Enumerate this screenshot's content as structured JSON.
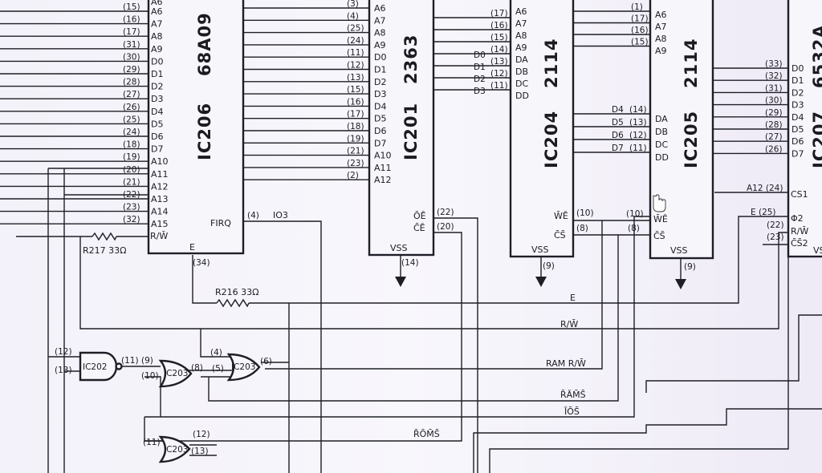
{
  "ic206": {
    "name": "IC206",
    "part": "68A09",
    "left_pins": [
      [
        "(15)",
        "A6"
      ],
      [
        "(16)",
        "A7"
      ],
      [
        "(17)",
        "A8"
      ],
      [
        "(31)",
        "A9"
      ],
      [
        "(30)",
        "D0"
      ],
      [
        "(29)",
        "D1"
      ],
      [
        "(28)",
        "D2"
      ],
      [
        "(27)",
        "D3"
      ],
      [
        "(26)",
        "D4"
      ],
      [
        "(25)",
        "D5"
      ],
      [
        "(24)",
        "D6"
      ],
      [
        "(18)",
        "D7"
      ],
      [
        "(19)",
        "A10"
      ],
      [
        "(20)",
        "A11"
      ],
      [
        "(21)",
        "A12"
      ],
      [
        "(22)",
        "A13"
      ],
      [
        "(23)",
        "A14"
      ],
      [
        "(32)",
        "A15"
      ]
    ],
    "rw_label": "R/W̄",
    "e_label": "E",
    "e_pin": "(34)",
    "firq_label": "FIRQ",
    "firq_pin": "(4)",
    "io3_label": "IO3",
    "top_pin": "A6"
  },
  "ic201": {
    "name": "IC201",
    "part": "2363",
    "pin_nums": [
      "(3)",
      "(4)",
      "(25)",
      "(24)",
      "(11)",
      "(12)",
      "(13)",
      "(15)",
      "(16)",
      "(17)",
      "(18)",
      "(19)",
      "(21)",
      "(23)",
      "(2)"
    ],
    "pin_names": [
      "A6",
      "A7",
      "A8",
      "A9",
      "D0",
      "D1",
      "D2",
      "D3",
      "D4",
      "D5",
      "D6",
      "D7",
      "A10",
      "A11",
      "A12"
    ],
    "oe": "ŌĒ",
    "ce": "C̄Ē",
    "oe_pin": "(22)",
    "ce_pin": "(20)",
    "vss": "VSS",
    "vss_pin": "(14)"
  },
  "ic204": {
    "name": "IC204",
    "part": "2114",
    "pin_names": [
      "A6",
      "A7",
      "A8",
      "A9",
      "DA",
      "DB",
      "DC",
      "DD"
    ],
    "pin_nums": [
      "(17)",
      "(16)",
      "(15)",
      "(14)",
      "(13)",
      "(12)",
      "(11)"
    ],
    "data_labels": [
      "D0",
      "D1",
      "D2",
      "D3"
    ],
    "we": "W̄Ē",
    "cs": "C̄S̄",
    "we_pin": "(10)",
    "cs_pin": "(8)",
    "vss": "VSS",
    "vss_pin": "(9)"
  },
  "ic205": {
    "name": "IC205",
    "part": "2114",
    "pin_names": [
      "A6",
      "A7",
      "A8",
      "A9",
      "DA",
      "DB",
      "DC",
      "DD"
    ],
    "pin_nums": [
      "(1)",
      "(17)",
      "(16)",
      "(15)"
    ],
    "data_labels": [
      "D4",
      "D5",
      "D6",
      "D7"
    ],
    "data_nums": [
      "(14)",
      "(13)",
      "(12)",
      "(11)"
    ],
    "we": "W̄Ē",
    "cs": "C̄S̄",
    "we_pin": "(10)",
    "cs_pin": "(8)",
    "vss": "VSS",
    "vss_pin": "(9)"
  },
  "ic207": {
    "name": "IC207",
    "part": "6532A",
    "pin_nums": [
      "(33)",
      "(32)",
      "(31)",
      "(30)",
      "(29)",
      "(28)",
      "(27)",
      "(26)"
    ],
    "pin_names": [
      "D0",
      "D1",
      "D2",
      "D3",
      "D4",
      "D5",
      "D6",
      "D7"
    ],
    "cs1": "CS1",
    "cs1_net": "A12 (24)",
    "phi2": "Φ2",
    "e_net": "E (25)",
    "rw": "R/W̄",
    "rw_pin": "(22)",
    "cs2": "C̄S̄2",
    "cs2_pin": "(23)",
    "vs": "VS"
  },
  "resistors": {
    "r217": "R217 33Ω",
    "r216": "R216 33Ω"
  },
  "nets": {
    "e": "E",
    "rw": "R/W̄",
    "ram_rw": "RAM R/W̄",
    "rams": "R̄ĀM̄S̄",
    "ios": "ĪŌS̄",
    "roms": "R̄ŌM̄S̄"
  },
  "gates": {
    "g1": "IC202",
    "g1_in1": "(12)",
    "g1_in2": "(13)",
    "g1_out": "(11)",
    "g2": "IC203",
    "g2_in1": "(9)",
    "g2_in2": "(10)",
    "g2_out": "(8)",
    "g3": "IC203",
    "g3_in1": "(4)",
    "g3_in2": "(5)",
    "g3_out": "(6)",
    "g4": "IC203",
    "g4_in1": "(11)",
    "g4_in2": "(12)",
    "g4_in3": "(13)"
  }
}
